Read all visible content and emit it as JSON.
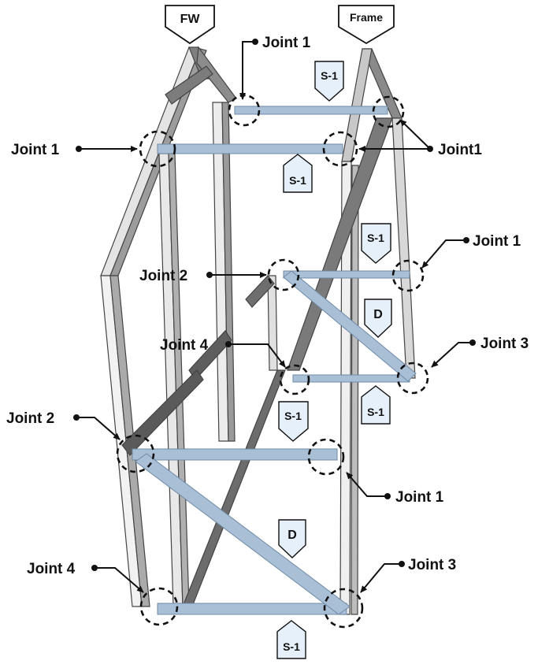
{
  "top_tags": {
    "fw": "FW",
    "frame": "Frame"
  },
  "member_tags": {
    "s1_top_back": "S-1",
    "s1_top_front": "S-1",
    "s1_mid_back": "S-1",
    "d_mid": "D",
    "s1_lower_back": "S-1",
    "s1_front_mid": "S-1",
    "d_front": "D",
    "s1_bottom": "S-1"
  },
  "joint_labels": {
    "j1_top_center": "Joint 1",
    "j1_left": "Joint 1",
    "j1_right": "Joint1",
    "j1_mid_right": "Joint 1",
    "j2_mid": "Joint 2",
    "j4_mid": "Joint 4",
    "j3_mid_right": "Joint 3",
    "j2_left": "Joint 2",
    "j1_lower_right": "Joint 1",
    "j4_bottom_left": "Joint 4",
    "j3_bottom_right": "Joint 3"
  },
  "colors": {
    "frame_fill": "#f2f2f2",
    "frame_shadow": "#6e6e6e",
    "member_fill": "#a9bfd6",
    "member_edge": "#6f8aa6",
    "tag_fill": "#e6f0fa",
    "ink": "#111111"
  }
}
